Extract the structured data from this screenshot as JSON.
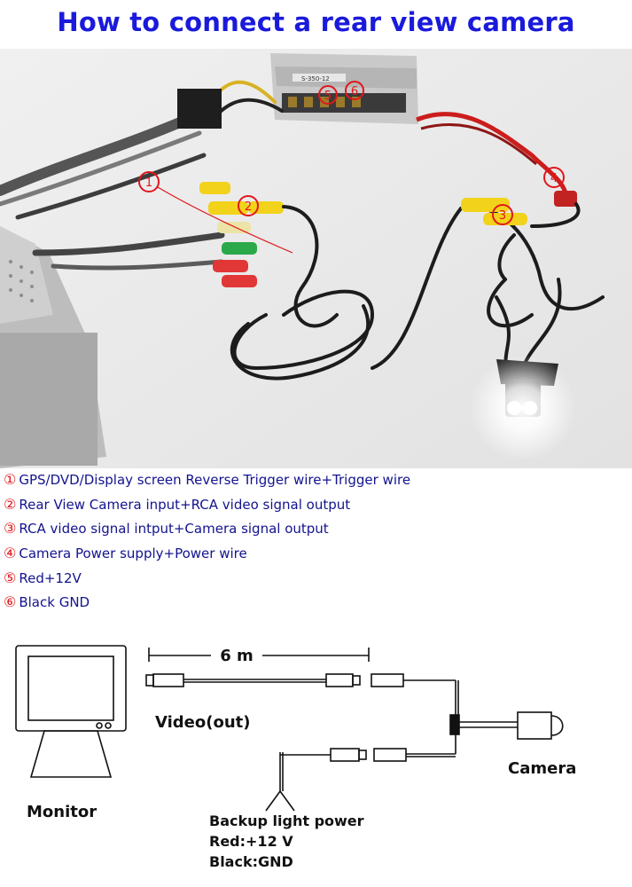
{
  "title": "How to connect a rear view camera",
  "photo": {
    "markers": [
      "1",
      "2",
      "3",
      "4",
      "5",
      "6"
    ],
    "psu_label": "S-350-12",
    "colors": {
      "background": "#ececec",
      "rca_yellow": "#f2d21a",
      "red_wire": "#cc1d1d",
      "marker": "#e0171c",
      "cable": "#1c1c1c"
    }
  },
  "legend": [
    {
      "num": "①",
      "text": "GPS/DVD/Display screen Reverse Trigger wire+Trigger wire"
    },
    {
      "num": "②",
      "text": "Rear View Camera input+RCA video signal output"
    },
    {
      "num": "③",
      "text": "RCA video signal intput+Camera signal output"
    },
    {
      "num": "④",
      "text": "Camera Power supply+Power wire"
    },
    {
      "num": "⑤",
      "text": "Red+12V"
    },
    {
      "num": "⑥",
      "text": "Black GND"
    }
  ],
  "diagram": {
    "length_label": "6 m",
    "video_label": "Video(out)",
    "monitor_label": "Monitor",
    "camera_label": "Camera",
    "power_title": "Backup light power",
    "power_red": "Red:+12 V",
    "power_black": "Black:GND"
  }
}
